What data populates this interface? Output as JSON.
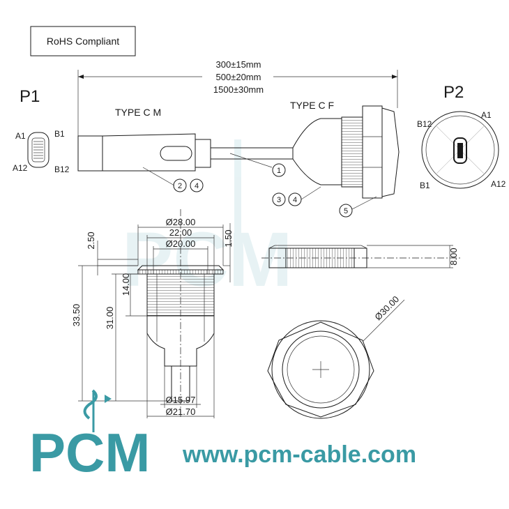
{
  "compliance_label": "RoHS Compliant",
  "length_lines": [
    "300±15mm",
    "500±20mm",
    "1500±30mm"
  ],
  "p1_title": "P1",
  "p2_title": "P2",
  "type_male": "TYPE C M",
  "type_female": "TYPE C F",
  "p1_pins": {
    "a1": "A1",
    "b1": "B1",
    "a12": "A12",
    "b12": "B12"
  },
  "p2_pins": {
    "b12": "B12",
    "a1": "A1",
    "b1": "B1",
    "a12": "A12"
  },
  "callouts": [
    "1",
    "2",
    "4",
    "3",
    "4",
    "5"
  ],
  "dimensions": {
    "d28": "Ø28.00",
    "w22": "22.00",
    "d20": "Ø20.00",
    "h250": "2.50",
    "h150": "1.50",
    "h1400": "14.00",
    "h3350": "33.50",
    "h3100": "31.00",
    "d1597": "Ø15.97",
    "d2170": "Ø21.70",
    "h800": "8.00",
    "d30": "Ø30.00"
  },
  "brand": {
    "logo_text": "PCM",
    "website": "www.pcm-cable.com"
  },
  "colors": {
    "brand_teal": "#3a9aa4",
    "watermark": "#cfe5e8",
    "line": "#1a1a1a"
  }
}
